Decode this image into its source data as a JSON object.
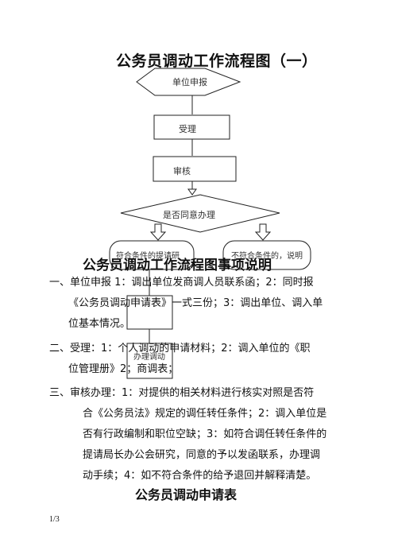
{
  "title": "公务员调动工作流程图（一）",
  "flowchart": {
    "start": "单位申报",
    "accept": "受理",
    "review": "审核",
    "decision": "是否同意办理",
    "left_branch": "符合条件的提请研",
    "right_branch": "不符合条件的，说明",
    "process": "办理调动"
  },
  "subtitle": "公务员调动工作流程图事项说明",
  "sections": [
    {
      "lines": [
        "一、单位申报 1：调出单位发商调人员联系函；2：同时报",
        "《公务员调动申请表》一式三份；3：调出单位、调入单",
        "位基本情况。"
      ]
    },
    {
      "lines": [
        "二、受理：1：个人调动的申请材料；2：调入单位的《职",
        "位管理册》2；商调表；"
      ]
    },
    {
      "lines": [
        "三、审核办理：1：对提供的相关材料进行核实对照是否符",
        "合《公务员法》规定的调任转任条件；2：调入单位是",
        "否有行政编制和职位空缺；3：如符合调任转任条件的",
        "提请局长办公会研究，同意的予以发函联系，办理调",
        "动手续；4：如不符合条件的给予退回并解释清楚。"
      ]
    }
  ],
  "title2": "公务员调动申请表",
  "page_number": "1/3"
}
